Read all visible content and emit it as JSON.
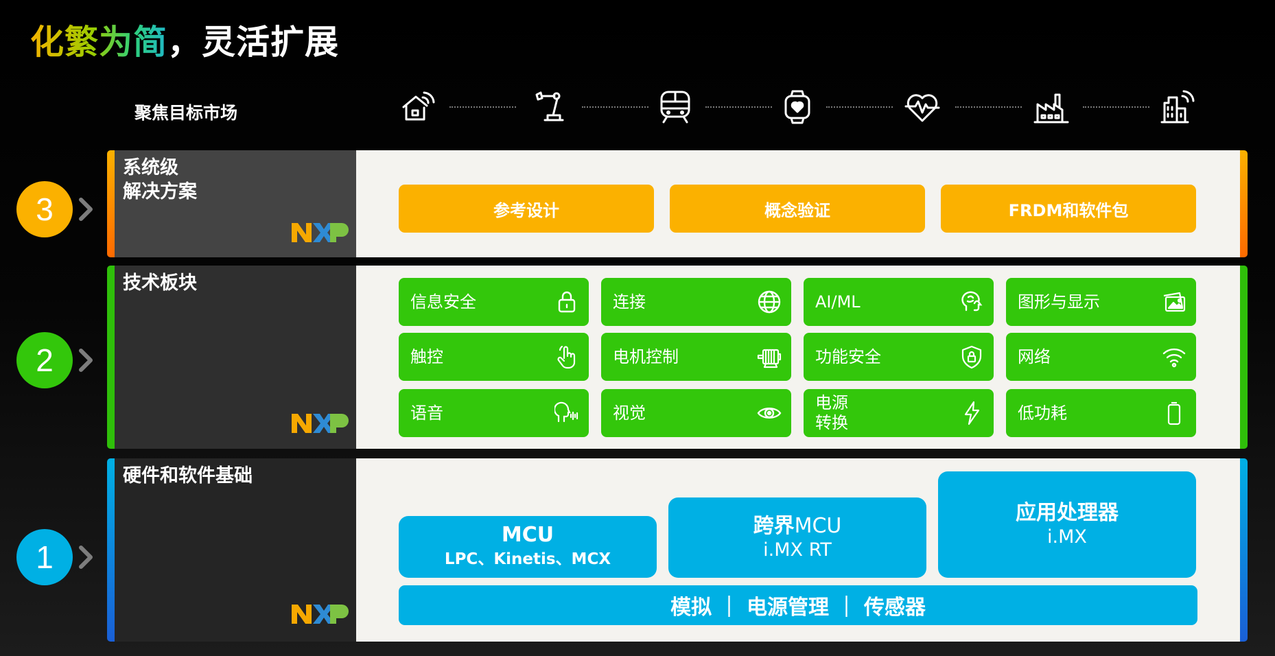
{
  "title": {
    "part1": "化繁为简",
    "part2": "，灵活扩展"
  },
  "focus": {
    "label": "聚焦目标市场",
    "icons": [
      "smart-home-icon",
      "industrial-robot-arm-icon",
      "train-icon",
      "smartwatch-icon",
      "heart-health-icon",
      "factory-icon",
      "smart-building-icon"
    ]
  },
  "brand": {
    "logo_text": "NXP"
  },
  "tiers": {
    "system": {
      "badge": "3",
      "title": "系统级\n解决方案",
      "buttons": [
        "参考设计",
        "概念验证",
        "FRDM和软件包"
      ]
    },
    "tech": {
      "badge": "2",
      "title": "技术板块",
      "blocks": [
        {
          "label": "信息安全",
          "icon": "lock-icon"
        },
        {
          "label": "连接",
          "icon": "globe-icon"
        },
        {
          "label": "AI/ML",
          "icon": "brain-icon"
        },
        {
          "label": "图形与显示",
          "icon": "images-icon"
        },
        {
          "label": "触控",
          "icon": "touch-hand-icon"
        },
        {
          "label": "电机控制",
          "icon": "motor-icon"
        },
        {
          "label": "功能安全",
          "icon": "shield-lock-icon"
        },
        {
          "label": "网络",
          "icon": "wifi-icon"
        },
        {
          "label": "语音",
          "icon": "voice-head-icon"
        },
        {
          "label": "视觉",
          "icon": "eye-icon"
        },
        {
          "label": "电源\n转换",
          "icon": "lightning-icon"
        },
        {
          "label": "低功耗",
          "icon": "battery-icon"
        }
      ]
    },
    "foundation": {
      "badge": "1",
      "title": "硬件和软件基础",
      "mcu": {
        "title": "MCU",
        "sub": "LPC、Kinetis、MCX"
      },
      "crossover": {
        "title_bold": "跨界",
        "title_light": "MCU",
        "sub": "i.MX RT"
      },
      "app": {
        "title": "应用处理器",
        "sub": "i.MX"
      },
      "strip": "模拟 ｜ 电源管理 ｜ 传感器"
    }
  },
  "colors": {
    "orange": "#fbb100",
    "green": "#33c70b",
    "blue": "#00b0e4",
    "content_bg": "#f4f3ef",
    "panel_top": "#444444",
    "panel_mid": "#2f2f2f",
    "panel_bottom": "#252525"
  }
}
